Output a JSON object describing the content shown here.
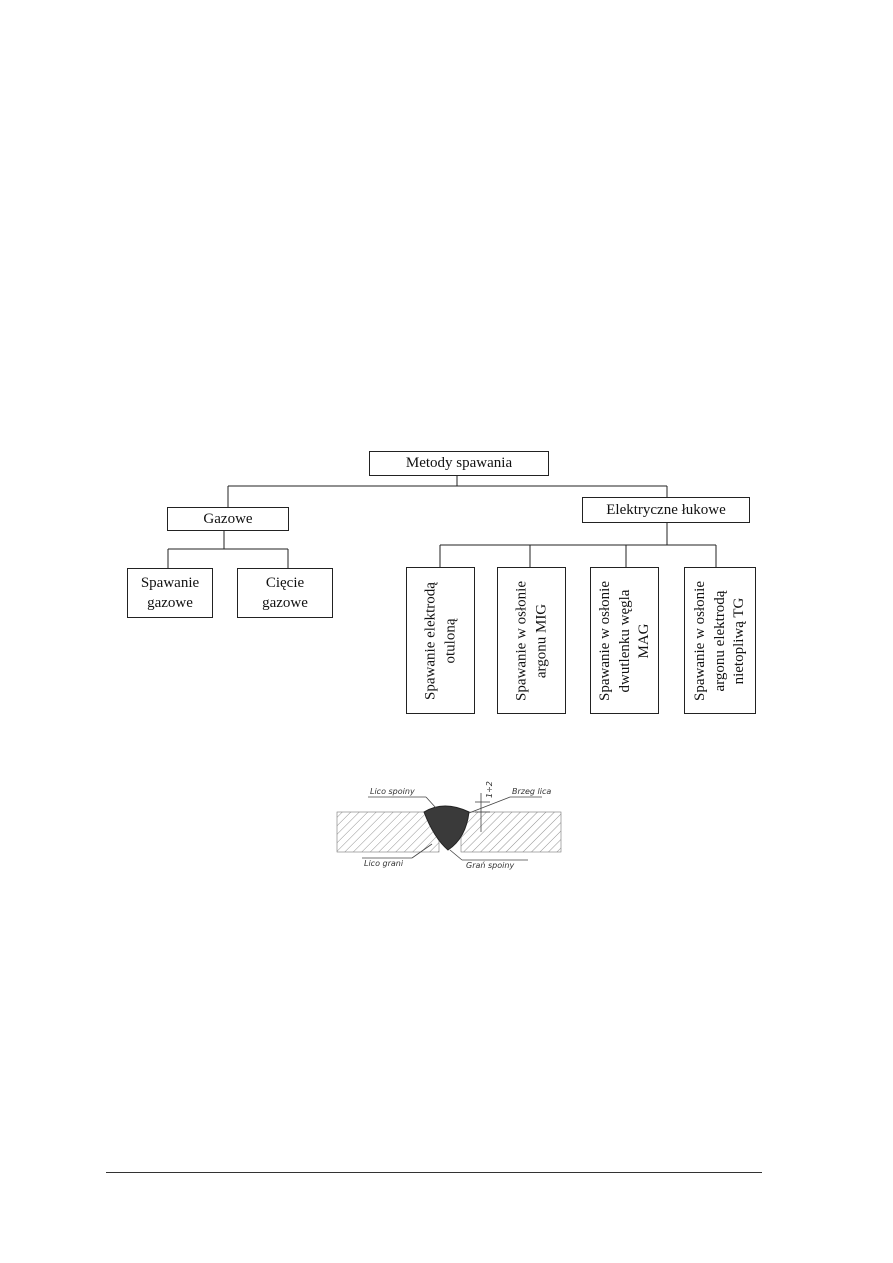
{
  "diagram": {
    "root": "Metody spawania",
    "branches": [
      {
        "label": "Gazowe",
        "children": [
          "Spawanie\ngazowe",
          "Cięcie\ngazowe"
        ]
      },
      {
        "label": "Elektryczne łukowe",
        "children": [
          "Spawanie elektrodą\notuloną",
          "Spawanie w osłonie\nargonu MIG",
          "Spawanie w osłonie\ndwutlenku węgla\nMAG",
          "Spawanie w osłonie\nargonu elektrodą\nnietopliwą TG"
        ]
      }
    ]
  },
  "weld_figure": {
    "labels": {
      "face": "Lico spoiny",
      "edge": "Brzeg lica",
      "root_face": "Lico grani",
      "root": "Grań spoiny",
      "dimension": "1÷2"
    }
  }
}
